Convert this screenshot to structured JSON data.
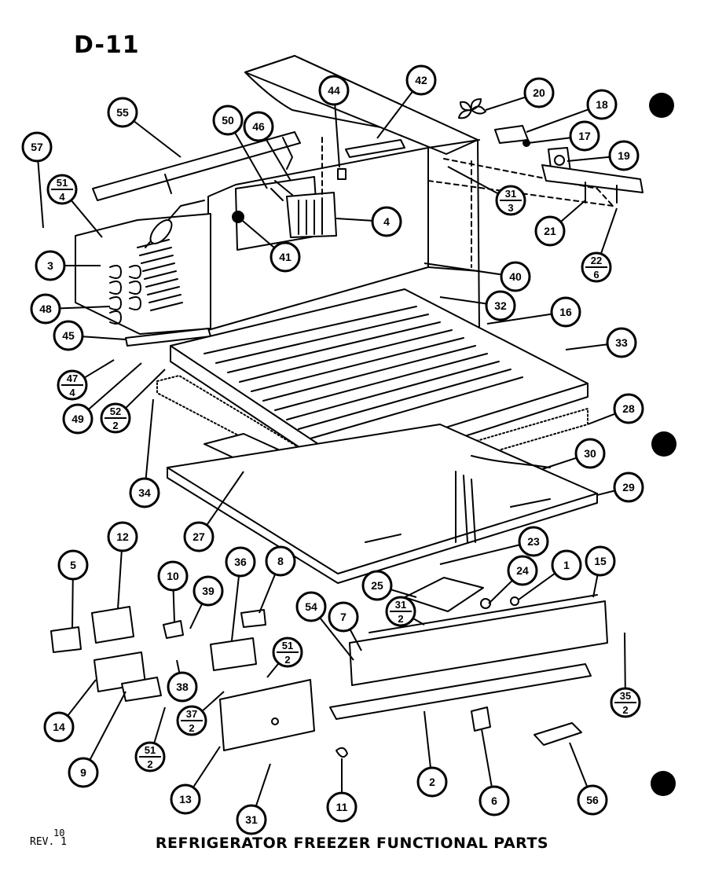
{
  "sheet": {
    "page_code": "D-11",
    "title": "REFRIGERATOR FREEZER FUNCTIONAL PARTS",
    "rev_label": "REV. 1",
    "rev_superscript": "10"
  },
  "callouts": [
    {
      "id": "c57",
      "label": "57"
    },
    {
      "id": "c55",
      "label": "55"
    },
    {
      "id": "c51_4",
      "label": "51",
      "sub": "4"
    },
    {
      "id": "c3",
      "label": "3"
    },
    {
      "id": "c48",
      "label": "48"
    },
    {
      "id": "c45",
      "label": "45"
    },
    {
      "id": "c47_4",
      "label": "47",
      "sub": "4"
    },
    {
      "id": "c49",
      "label": "49"
    },
    {
      "id": "c52_2",
      "label": "52",
      "sub": "2"
    },
    {
      "id": "c34",
      "label": "34"
    },
    {
      "id": "c27",
      "label": "27"
    },
    {
      "id": "c50",
      "label": "50"
    },
    {
      "id": "c46",
      "label": "46"
    },
    {
      "id": "c44",
      "label": "44"
    },
    {
      "id": "c42",
      "label": "42"
    },
    {
      "id": "c4",
      "label": "4"
    },
    {
      "id": "c41",
      "label": "41"
    },
    {
      "id": "c20",
      "label": "20"
    },
    {
      "id": "c18",
      "label": "18"
    },
    {
      "id": "c17",
      "label": "17"
    },
    {
      "id": "c19",
      "label": "19"
    },
    {
      "id": "c31_3",
      "label": "31",
      "sub": "3"
    },
    {
      "id": "c21",
      "label": "21"
    },
    {
      "id": "c22_6",
      "label": "22",
      "sub": "6"
    },
    {
      "id": "c40",
      "label": "40"
    },
    {
      "id": "c32",
      "label": "32"
    },
    {
      "id": "c16",
      "label": "16"
    },
    {
      "id": "c33",
      "label": "33"
    },
    {
      "id": "c28",
      "label": "28"
    },
    {
      "id": "c30",
      "label": "30"
    },
    {
      "id": "c29",
      "label": "29"
    },
    {
      "id": "c12",
      "label": "12"
    },
    {
      "id": "c5",
      "label": "5"
    },
    {
      "id": "c10",
      "label": "10"
    },
    {
      "id": "c39",
      "label": "39"
    },
    {
      "id": "c36",
      "label": "36"
    },
    {
      "id": "c8",
      "label": "8"
    },
    {
      "id": "c23",
      "label": "23"
    },
    {
      "id": "c24",
      "label": "24"
    },
    {
      "id": "c1",
      "label": "1"
    },
    {
      "id": "c15",
      "label": "15"
    },
    {
      "id": "c25",
      "label": "25"
    },
    {
      "id": "c54",
      "label": "54"
    },
    {
      "id": "c7",
      "label": "7"
    },
    {
      "id": "c31_2a",
      "label": "31",
      "sub": "2"
    },
    {
      "id": "c51_2a",
      "label": "51",
      "sub": "2"
    },
    {
      "id": "c38",
      "label": "38"
    },
    {
      "id": "c37_2",
      "label": "37",
      "sub": "2"
    },
    {
      "id": "c14",
      "label": "14"
    },
    {
      "id": "c9",
      "label": "9"
    },
    {
      "id": "c51_2b",
      "label": "51",
      "sub": "2"
    },
    {
      "id": "c13",
      "label": "13"
    },
    {
      "id": "c31",
      "label": "31"
    },
    {
      "id": "c11",
      "label": "11"
    },
    {
      "id": "c2",
      "label": "2"
    },
    {
      "id": "c6",
      "label": "6"
    },
    {
      "id": "c56",
      "label": "56"
    },
    {
      "id": "c35_2",
      "label": "35",
      "sub": "2"
    }
  ]
}
